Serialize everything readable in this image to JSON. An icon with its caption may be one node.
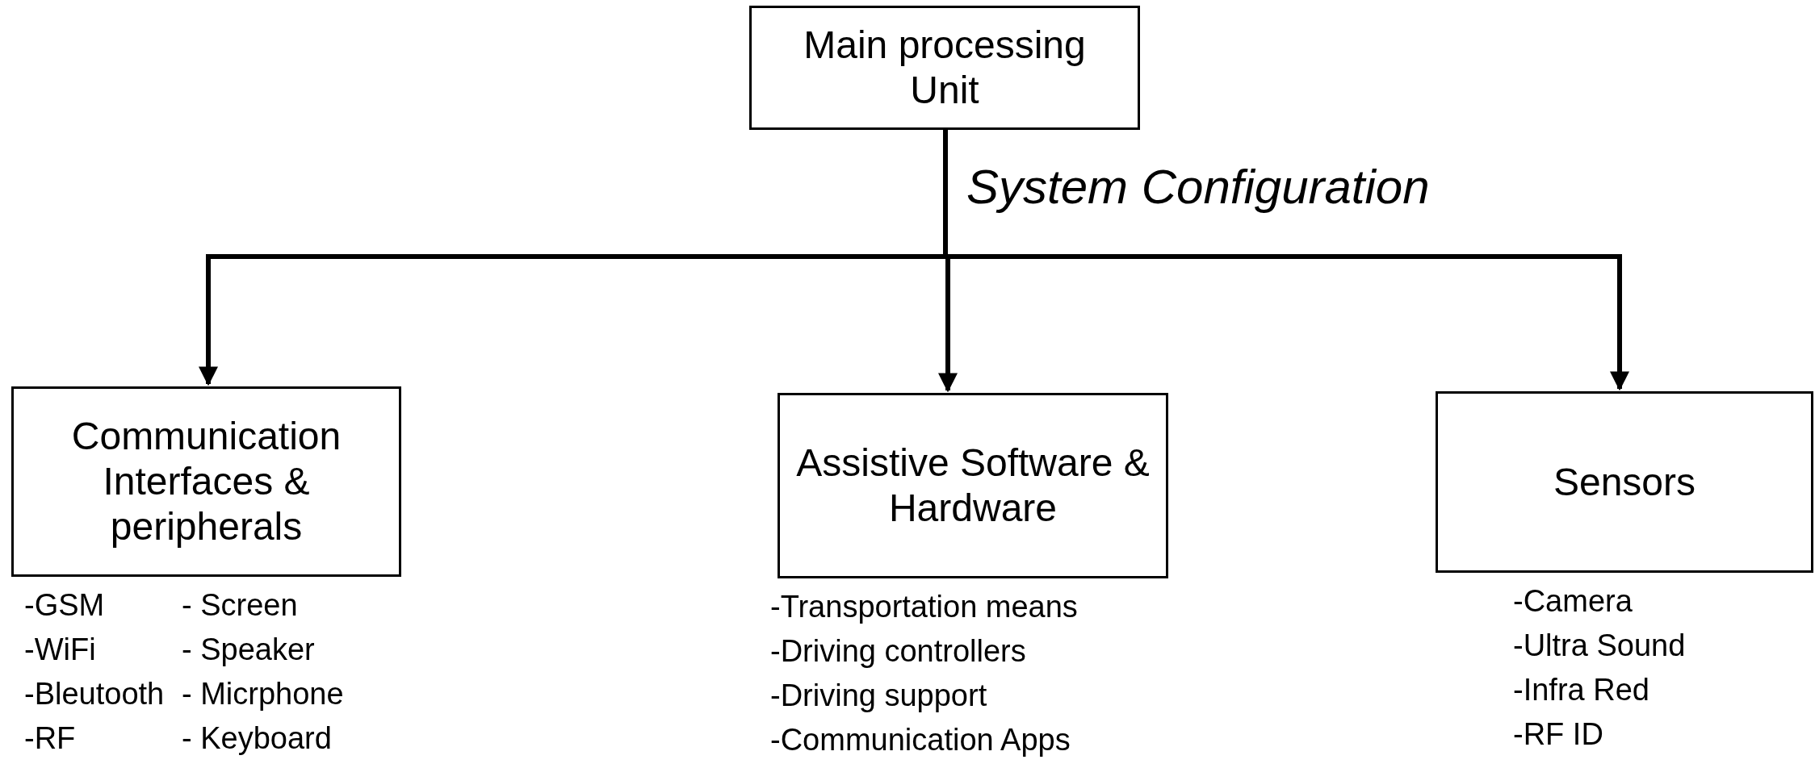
{
  "diagram": {
    "nodes": [
      {
        "text": [
          "Main processing Unit"
        ]
      },
      {
        "text": [
          "Communication Interfaces & peripherals"
        ],
        "beside": [
          "-GSM",
          "- Screen",
          "-WiFi",
          "- Speaker",
          "-Bleutooth",
          "- Micrphone",
          "-RF",
          "- Keyboard"
        ]
      },
      {
        "text": [
          "Assistive Software & Hardware"
        ],
        "beside": [
          "-Transportation means",
          "-Driving controllers",
          "-Driving support",
          "-Communication Apps"
        ]
      },
      {
        "text": [
          "Sensors"
        ],
        "beside": [
          "-Camera",
          "-Ultra Sound",
          "-Infra Red",
          "-RF ID"
        ]
      }
    ],
    "edges": [
      {
        "from": 0,
        "to": 1,
        "arrow": "to"
      },
      {
        "from": 0,
        "to": 2,
        "arrow": "to",
        "label": "System Configuration"
      },
      {
        "from": 0,
        "to": 3,
        "arrow": "to"
      }
    ]
  }
}
